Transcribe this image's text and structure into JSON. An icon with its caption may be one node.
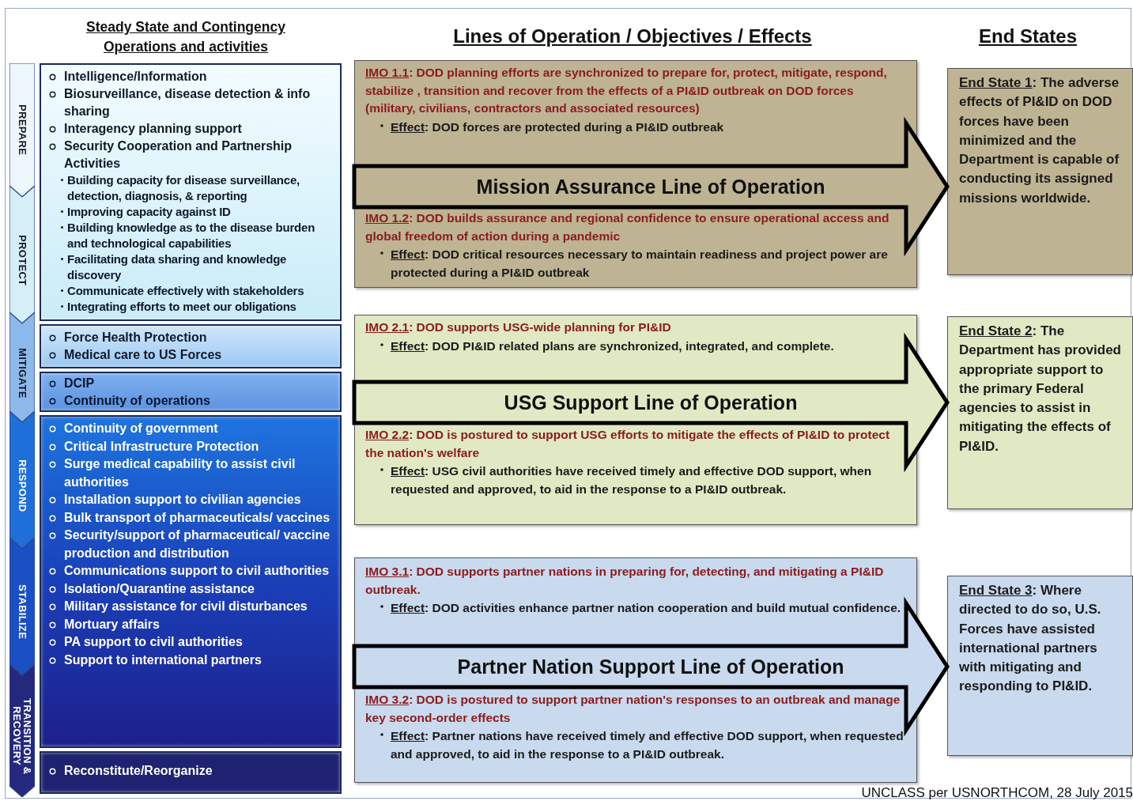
{
  "diagram": {
    "nodes": [
      {
        "text": [
          "PREPARE"
        ]
      },
      {
        "text": [
          "PROTECT"
        ]
      },
      {
        "text": [
          "MITIGATE"
        ]
      },
      {
        "text": [
          "RESPOND"
        ]
      },
      {
        "text": [
          "STABILIZE"
        ]
      },
      {
        "text": [
          "TRANSITION & RECOVERY"
        ]
      },
      {
        "text": [
          "Intelligence/Information",
          "Biosurveillance, disease detection & info sharing",
          "Interagency planning support",
          "Security Cooperation and Partnership Activities",
          "Building capacity for disease surveillance, detection, diagnosis, & reporting",
          "Improving capacity against ID",
          "Building knowledge as to the disease burden and technological capabilities",
          "Facilitating data sharing and knowledge discovery",
          "Communicate effectively with stakeholders",
          "Integrating efforts to meet our obligations"
        ]
      },
      {
        "text": [
          "Force Health Protection",
          "Medical care to US Forces"
        ]
      },
      {
        "text": [
          "DCIP",
          "Continuity of operations"
        ]
      },
      {
        "text": [
          "Continuity of government",
          "Critical Infrastructure Protection",
          "Surge medical capability to assist civil authorities",
          "Installation support to civilian agencies",
          "Bulk transport of pharmaceuticals/ vaccines",
          "Security/support of pharmaceutical/ vaccine production and distribution",
          "Communications support to civil authorities",
          "Isolation/Quarantine assistance",
          "Military assistance for civil disturbances",
          "Mortuary affairs",
          "PA support to civil authorities",
          "Support to international partners"
        ]
      },
      {
        "text": [
          "Reconstitute/Reorganize"
        ]
      },
      {
        "text": [
          "IMO 1.1: DOD planning efforts are synchronized to prepare for, protect, mitigate, respond, stabilize , transition and recover from the effects of a PI&ID outbreak on DOD forces (military, civilians, contractors and associated resources)",
          "Effect: DOD forces are protected during a PI&ID outbreak",
          "IMO 1.2: DOD builds assurance and regional confidence to ensure operational access and global freedom of action during a pandemic",
          "Effect: DOD critical resources necessary to maintain readiness and project power are protected during a PI&ID outbreak"
        ]
      },
      {
        "text": [
          "End State 1: The adverse effects of PI&ID on DOD forces have been minimized and the Department is capable of conducting its assigned missions worldwide."
        ]
      },
      {
        "text": [
          "IMO 2.1: DOD supports USG-wide planning for PI&ID",
          "Effect: DOD PI&ID related plans are synchronized, integrated, and complete.",
          "IMO 2.2: DOD is postured to support USG efforts to mitigate the effects of PI&ID to protect the nation's welfare",
          "Effect: USG civil authorities have received timely and effective DOD support, when requested and approved, to aid in the response to a PI&ID outbreak."
        ]
      },
      {
        "text": [
          "End State 2: The Department has provided appropriate support to the primary Federal agencies to assist in mitigating the effects of PI&ID."
        ]
      },
      {
        "text": [
          "IMO 3.1: DOD supports partner nations in preparing for, detecting, and mitigating a PI&ID outbreak.",
          "Effect: DOD activities enhance partner nation cooperation and build mutual confidence.",
          "IMO 3.2: DOD is postured to support partner nation's responses to an outbreak and manage key second-order effects",
          "Effect: Partner nations have received timely and effective DOD support, when requested and approved, to aid in the response to a PI&ID outbreak."
        ]
      },
      {
        "text": [
          "End State 3: Where directed to do so, U.S. Forces have assisted international partners with mitigating and responding to PI&ID."
        ]
      }
    ],
    "edges": [
      {
        "from": 11,
        "to": 12,
        "arrow": "to",
        "label": "Mission Assurance Line of Operation"
      },
      {
        "from": 13,
        "to": 14,
        "arrow": "to",
        "label": "USG Support Line of Operation"
      },
      {
        "from": 15,
        "to": 16,
        "arrow": "to",
        "label": "Partner Nation Support Line of Operation"
      }
    ],
    "labels": [
      "Steady State and Contingency Operations and activities",
      "Lines of Operation / Objectives / Effects",
      "End States",
      "UNCLASS per USNORTHCOM, 28 July 2015"
    ]
  }
}
